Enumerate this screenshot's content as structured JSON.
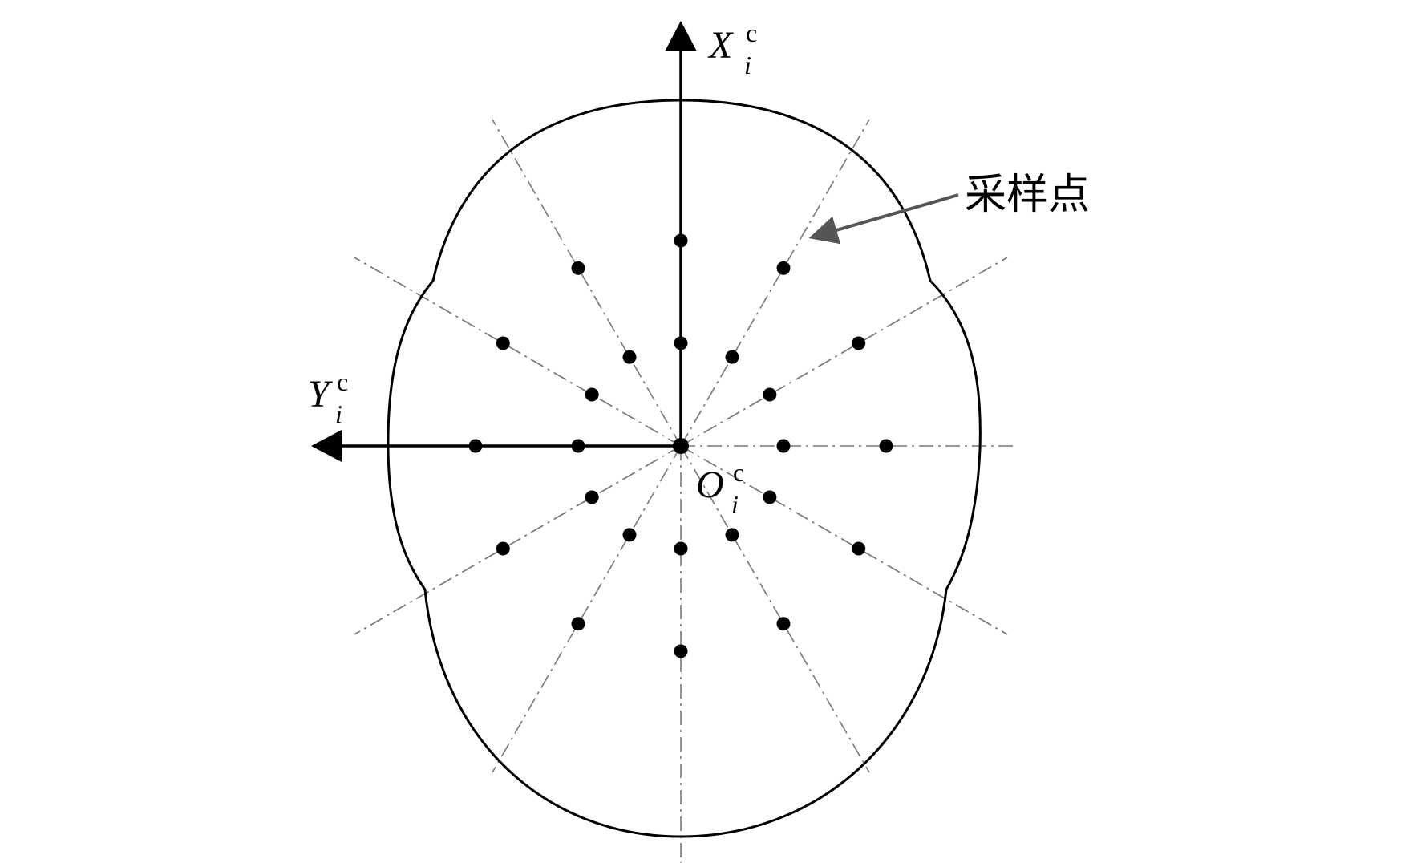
{
  "labels": {
    "x_axis": {
      "main": "X",
      "sup": "c",
      "sub": "i"
    },
    "y_axis": {
      "main": "Y",
      "sup": "c",
      "sub": "i"
    },
    "origin": {
      "main": "O",
      "sup": "c",
      "sub": "i"
    },
    "sampling_point": "采样点"
  },
  "colors": {
    "stroke": "#000000",
    "guide": "#777777",
    "pointer": "#555555"
  },
  "sampling": {
    "ray_count": 12,
    "points_per_ray": 2
  }
}
